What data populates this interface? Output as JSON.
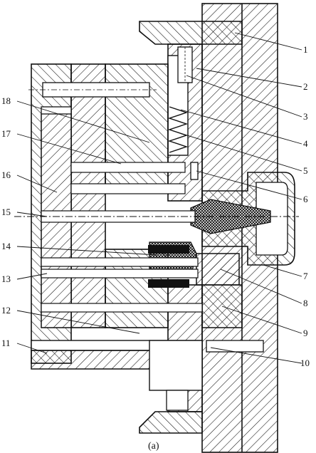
{
  "figure": {
    "caption": "(a)",
    "callouts": {
      "right": [
        "1",
        "2",
        "3",
        "4",
        "5",
        "6",
        "7",
        "8",
        "9",
        "10"
      ],
      "left": [
        "18",
        "17",
        "16",
        "15",
        "14",
        "13",
        "12",
        "11"
      ]
    }
  }
}
